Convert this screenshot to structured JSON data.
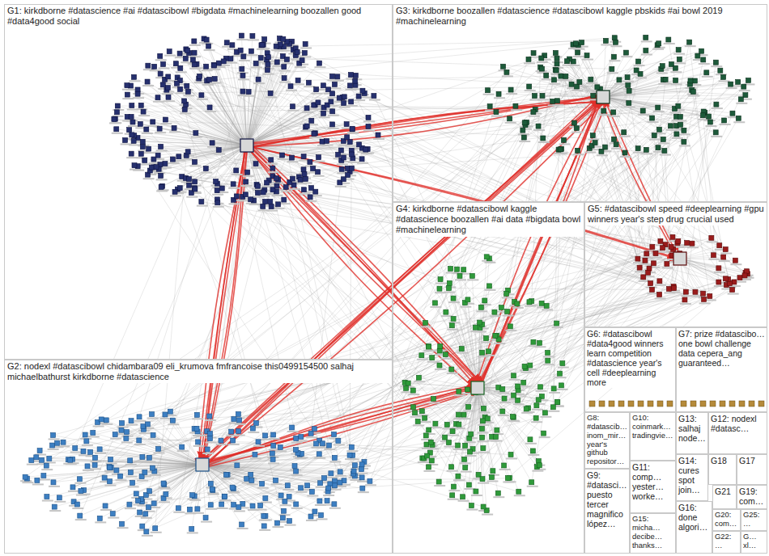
{
  "diagram": {
    "nodes": [
      {
        "text": [
          "G1: kirkdborne #datascience #ai #datascibowl #bigdata #machinelearning boozallen good #data4good social"
        ]
      },
      {
        "text": [
          "G3: kirkdborne boozallen #datascience #datascibowl kaggle pbskids #ai bowl 2019 #machinelearning"
        ]
      },
      {
        "text": [
          "G4: kirkdborne #datascibowl kaggle #datascience boozallen #ai data #bigdata bowl #machinelearning"
        ]
      },
      {
        "text": [
          "G5: #datascibowl speed #deeplearning #gpu winners year's step drug crucial used"
        ]
      },
      {
        "text": [
          "G2: nodexl #datascibowl chidambara09 eli_krumova fmfrancoise this0499154500 salhaj michaelbathurst kirkdborne #datascience"
        ]
      },
      {
        "text": [
          "G6: #datascibowl #data4good winners learn competition #datascience year's cell #deeplearning more"
        ]
      },
      {
        "text": [
          "G7: prize #datascibo… one bowl challenge data cepera_ang guaranteed…"
        ]
      },
      {
        "text": [
          "G8: #datascib… inom_mir… year's github repositor…"
        ]
      },
      {
        "text": [
          "G10: coinmark… tradingvie…"
        ]
      },
      {
        "text": [
          "G13: salhaj node…"
        ]
      },
      {
        "text": [
          "G12: nodexl #datasc…"
        ]
      },
      {
        "text": [
          "G11: comp… yester… worke…"
        ]
      },
      {
        "text": [
          "G14: cures spot join…"
        ]
      },
      {
        "text": [
          "G18"
        ]
      },
      {
        "text": [
          "G17"
        ]
      },
      {
        "text": [
          "G9: #datasci… puesto tercer magnifico lópez…"
        ]
      },
      {
        "text": [
          "G15: micha… decibe… thanks…"
        ]
      },
      {
        "text": [
          "G16: done algori…"
        ]
      },
      {
        "text": [
          "G21"
        ]
      },
      {
        "text": [
          "G19: com…"
        ]
      },
      {
        "text": [
          "G20: com…"
        ]
      },
      {
        "text": [
          "G25: …"
        ]
      },
      {
        "text": [
          "G22: …"
        ]
      },
      {
        "text": [
          "G… xl…"
        ]
      }
    ]
  }
}
